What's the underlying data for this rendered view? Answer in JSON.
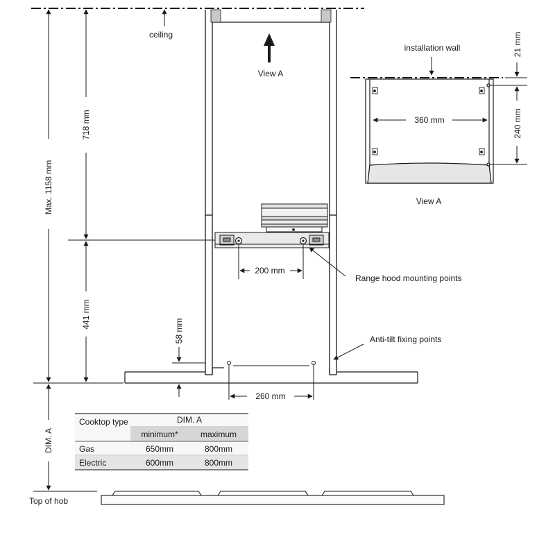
{
  "labels": {
    "ceiling": "ceiling",
    "view_a": "View A",
    "installation_wall": "installation wall",
    "view_a_caption": "View A",
    "mounting_points": "Range hood mounting points",
    "anti_tilt": "Anti-tilt fixing points",
    "top_of_hob": "Top of hob"
  },
  "dimensions": {
    "max_total": "Max. 1158 mm",
    "upper": "718 mm",
    "lower": "441 mm",
    "offset": "58 mm",
    "mount_spacing": "200 mm",
    "anti_tilt_spacing": "260 mm",
    "top_offset": "21 mm",
    "bracket_width": "360 mm",
    "bracket_height": "240 mm",
    "dim_a": "DIM. A"
  },
  "table": {
    "header_col1": "Cooktop type",
    "header_dim": "DIM. A",
    "sub_min": "minimum*",
    "sub_max": "maximum",
    "rows": [
      {
        "type": "Gas",
        "min": "650mm",
        "max": "800mm"
      },
      {
        "type": "Electric",
        "min": "600mm",
        "max": "800mm"
      }
    ]
  }
}
